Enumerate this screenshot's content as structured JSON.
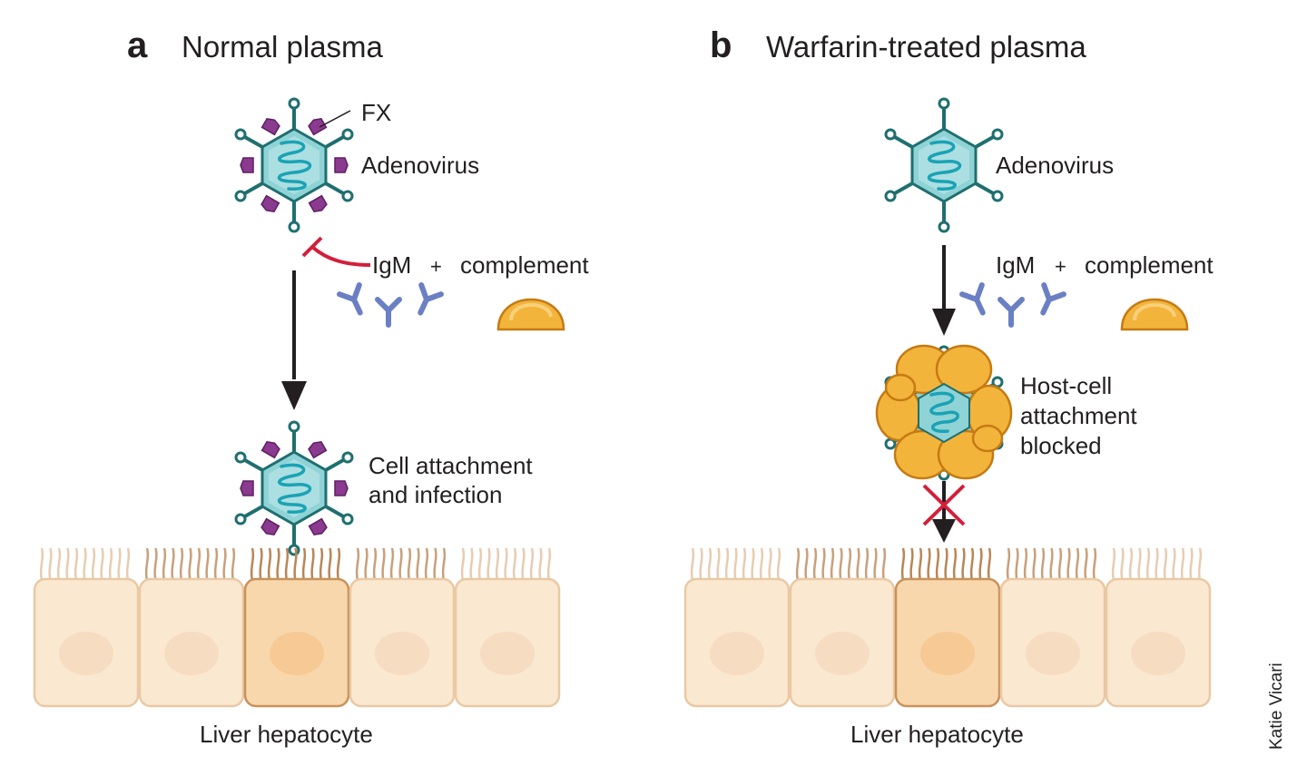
{
  "panel_a": {
    "letter": "a",
    "title": "Normal plasma",
    "fx_label": "FX",
    "virus_label": "Adenovirus",
    "igm_label": "IgM",
    "plus": "+",
    "complement_label": "complement",
    "outcome_line1": "Cell attachment",
    "outcome_line2": "and infection",
    "cell_label": "Liver hepatocyte"
  },
  "panel_b": {
    "letter": "b",
    "title": "Warfarin-treated plasma",
    "virus_label": "Adenovirus",
    "igm_label": "IgM",
    "plus": "+",
    "complement_label": "complement",
    "outcome_line1": "Host-cell",
    "outcome_line2": "attachment",
    "outcome_line3": "blocked",
    "cell_label": "Liver hepatocyte"
  },
  "credit": "Katie Vicari",
  "colors": {
    "virus_fill": "#8fd3d6",
    "virus_stroke": "#1f6f6f",
    "genome": "#1aa3b5",
    "fx": "#8a3a8f",
    "antibody": "#6b7fc4",
    "complement": "#f3b43b",
    "inhibit": "#d21f3c",
    "arrow": "#231f20",
    "cell_fill": "#fbe8d0",
    "cell_stroke": "#e9c9a5",
    "cell_active_fill": "#f9d7ad",
    "cell_active_stroke": "#c8925a"
  }
}
